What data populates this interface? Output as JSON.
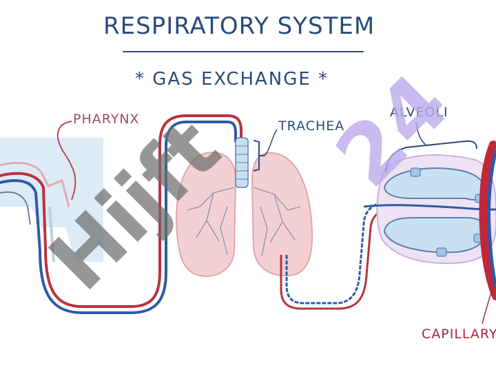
{
  "header": {
    "title": "RESPIRATORY SYSTEM",
    "subtitle": "* GAS EXCHANGE *"
  },
  "labels": {
    "pharynx": "PHARYNX",
    "trachea": "TRACHEA",
    "alveoli": "ALVEOLI",
    "capillary": "CAPILLARY"
  },
  "watermarks": {
    "left": "Hijft",
    "right": "24"
  },
  "colors": {
    "ink": "#2a4a7a",
    "red_vessel": "#b8323f",
    "blue_vessel": "#2e5aa6",
    "lung_fill": "#f3d0d4",
    "airway_fill": "#c9dff2"
  }
}
